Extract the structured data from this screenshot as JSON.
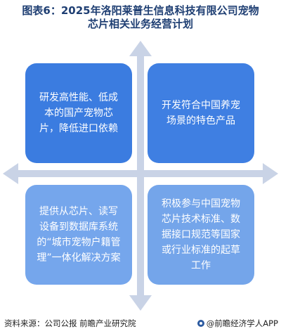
{
  "title": {
    "line1": "图表6：2025年洛阳莱普生信息科技有限公司宠物",
    "line2": "芯片相关业务经营计划"
  },
  "quadrants": {
    "top_left": "研发高性能、低成本的国产宠物芯片，降低进口依赖",
    "top_right": "开发符合中国养宠场景的特色产品",
    "bottom_left": "提供从芯片、读写设备到数据库系统的“城市宠物户籍管理”一体化解决方案",
    "bottom_right": "积极参与中国宠物芯片技术标准、数据接口规范等国家或行业标准的起草工作"
  },
  "footer": {
    "source": "资料来源：公司公报 前瞻产业研究院",
    "brand": "@前瞻经济学人APP"
  },
  "colors": {
    "title": "#1f3f73",
    "quad_dark": "#3b7ce0",
    "quad_light": "#75a6ec",
    "axis": "#c9d3e6"
  },
  "icons": {
    "brand": "brand-logo-icon"
  }
}
